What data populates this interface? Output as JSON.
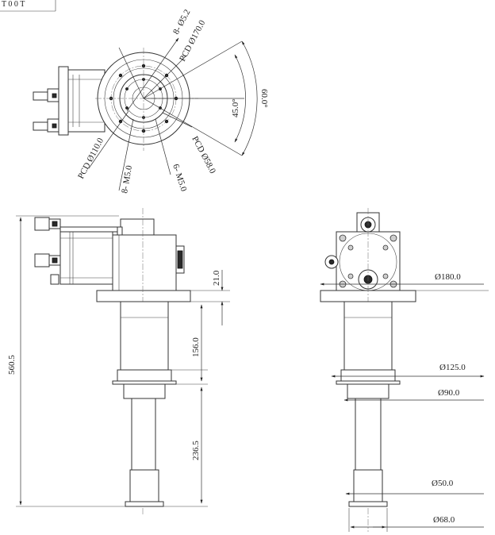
{
  "title_fragment": "T 0 0 T",
  "top_view": {
    "labels": {
      "holes_top": "8- Ø5.2",
      "pcd_outer": "PCD Ø170.0",
      "angle_45": "45.0°",
      "angle_60": "60.0°",
      "pcd_58": "PCD Ø58.0",
      "holes_m5_b": "6- M5.0",
      "holes_m5_a": "8- M5.0",
      "pcd_110": "PCD Ø110.0"
    }
  },
  "side_view": {
    "labels": {
      "overall_height": "560.5",
      "flange_thickness": "21.0",
      "upper_length": "156.0",
      "lower_length": "236.5"
    }
  },
  "front_view": {
    "labels": {
      "flange_dia": "Ø180.0",
      "upper_dia": "Ø125.0",
      "collar_dia": "Ø90.0",
      "shaft_dia": "Ø50.0",
      "foot_dia": "Ø68.0"
    }
  }
}
